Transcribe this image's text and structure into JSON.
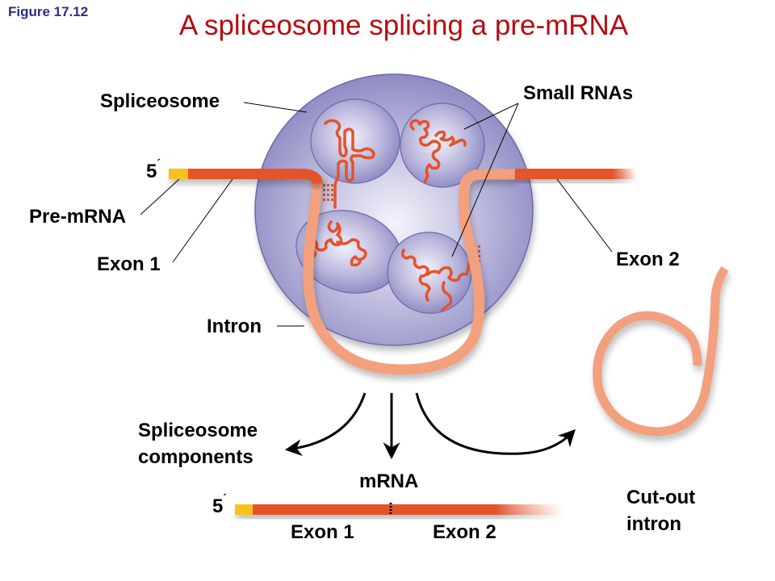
{
  "figure_number": "Figure 17.12",
  "title": "A spliceosome splicing a pre-mRNA",
  "colors": {
    "title": "#b50d12",
    "figure_number": "#2c2f86",
    "exon": "#e5522a",
    "intron": "#f2a07e",
    "five_prime_cap": "#f7c21a",
    "spliceosome": "#9a98cc",
    "snrna": "#e5522a"
  },
  "labels": {
    "spliceosome": "Spliceosome",
    "small_rnas": "Small RNAs",
    "five_prime_top": "5",
    "prime_mark": "´",
    "pre_mrna": "Pre-mRNA",
    "exon1_top": "Exon 1",
    "exon2_top": "Exon 2",
    "intron": "Intron",
    "spliceosome_components_line1": "Spliceosome",
    "spliceosome_components_line2": "components",
    "mrna": "mRNA",
    "five_prime_bottom": "5",
    "exon1_bottom": "Exon 1",
    "exon2_bottom": "Exon 2",
    "cut_out_intron_line1": "Cut-out",
    "cut_out_intron_line2": "intron"
  }
}
